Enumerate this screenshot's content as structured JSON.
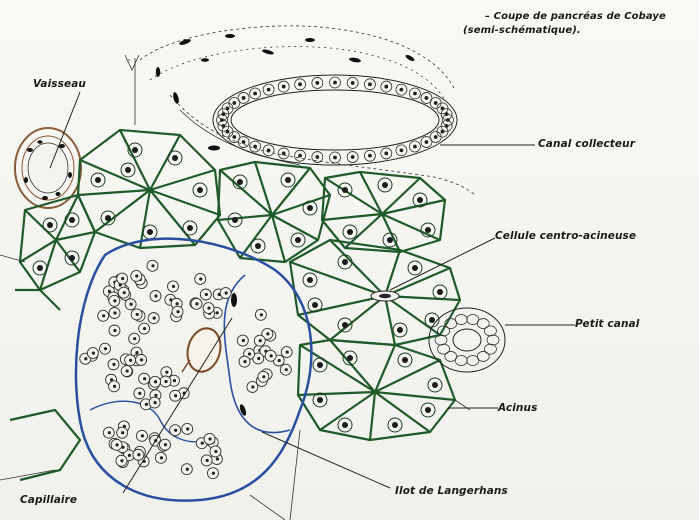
{
  "figure": {
    "title_line1": "– Coupe de pancréas de Cobaye",
    "title_line2": "(semi-schématique).",
    "labels": {
      "vaisseau": "Vaisseau",
      "canal_collecteur": "Canal collecteur",
      "cellule_centro_acineuse": "Cellule centro-acineuse",
      "petit_canal": "Petit canal",
      "acinus": "Acinus",
      "capillaire": "Capillaire",
      "ilot": "Ilot de Langerhans"
    },
    "colors": {
      "acinus_line": "#1f5a2c",
      "islet_outline": "#2a4fa0",
      "ink": "#222222",
      "vessel": "#8a5a3a",
      "background": "#f4f4ef"
    }
  }
}
